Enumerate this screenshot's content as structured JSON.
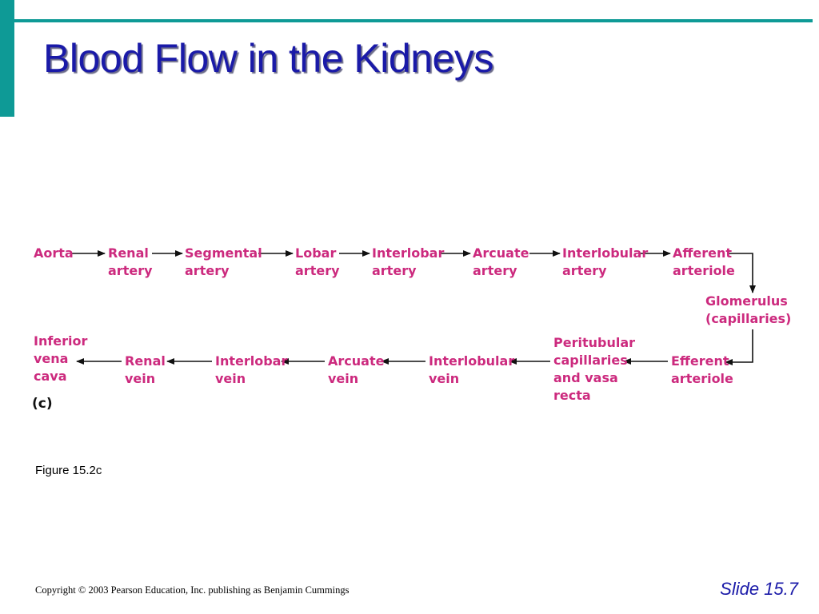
{
  "slide": {
    "title": "Blood Flow in the Kidneys",
    "figure_label": "(c)",
    "caption": "Figure 15.2c",
    "copyright": "Copyright © 2003 Pearson Education, Inc. publishing as Benjamin Cummings",
    "slide_number": "Slide 15.7"
  },
  "colors": {
    "accent": "#0e9a96",
    "title": "#1a1aa8",
    "node_text": "#cc2a7e",
    "arrow": "#111111"
  },
  "flow": {
    "top_row": [
      {
        "id": "aorta",
        "label": "Aorta"
      },
      {
        "id": "renal-artery",
        "label": "Renal\nartery"
      },
      {
        "id": "segmental-artery",
        "label": "Segmental\nartery"
      },
      {
        "id": "lobar-artery",
        "label": "Lobar\nartery"
      },
      {
        "id": "interlobar-artery",
        "label": "Interlobar\nartery"
      },
      {
        "id": "arcuate-artery",
        "label": "Arcuate\nartery"
      },
      {
        "id": "interlobular-artery",
        "label": "Interlobular\nartery"
      },
      {
        "id": "afferent-arteriole",
        "label": "Afferent\narteriole"
      }
    ],
    "glomerulus": {
      "id": "glomerulus",
      "label": "Glomerulus\n(capillaries)"
    },
    "bottom_row": [
      {
        "id": "efferent-arteriole",
        "label": "Efferent\narteriole"
      },
      {
        "id": "peritubular-capillaries",
        "label": "Peritubular\ncapillaries\nand vasa\nrecta"
      },
      {
        "id": "interlobular-vein",
        "label": "Interlobular\nvein"
      },
      {
        "id": "arcuate-vein",
        "label": "Arcuate\nvein"
      },
      {
        "id": "interlobar-vein",
        "label": "Interlobar\nvein"
      },
      {
        "id": "renal-vein",
        "label": "Renal\nvein"
      },
      {
        "id": "inferior-vena-cava",
        "label": "Inferior\nvena\ncava"
      }
    ]
  }
}
